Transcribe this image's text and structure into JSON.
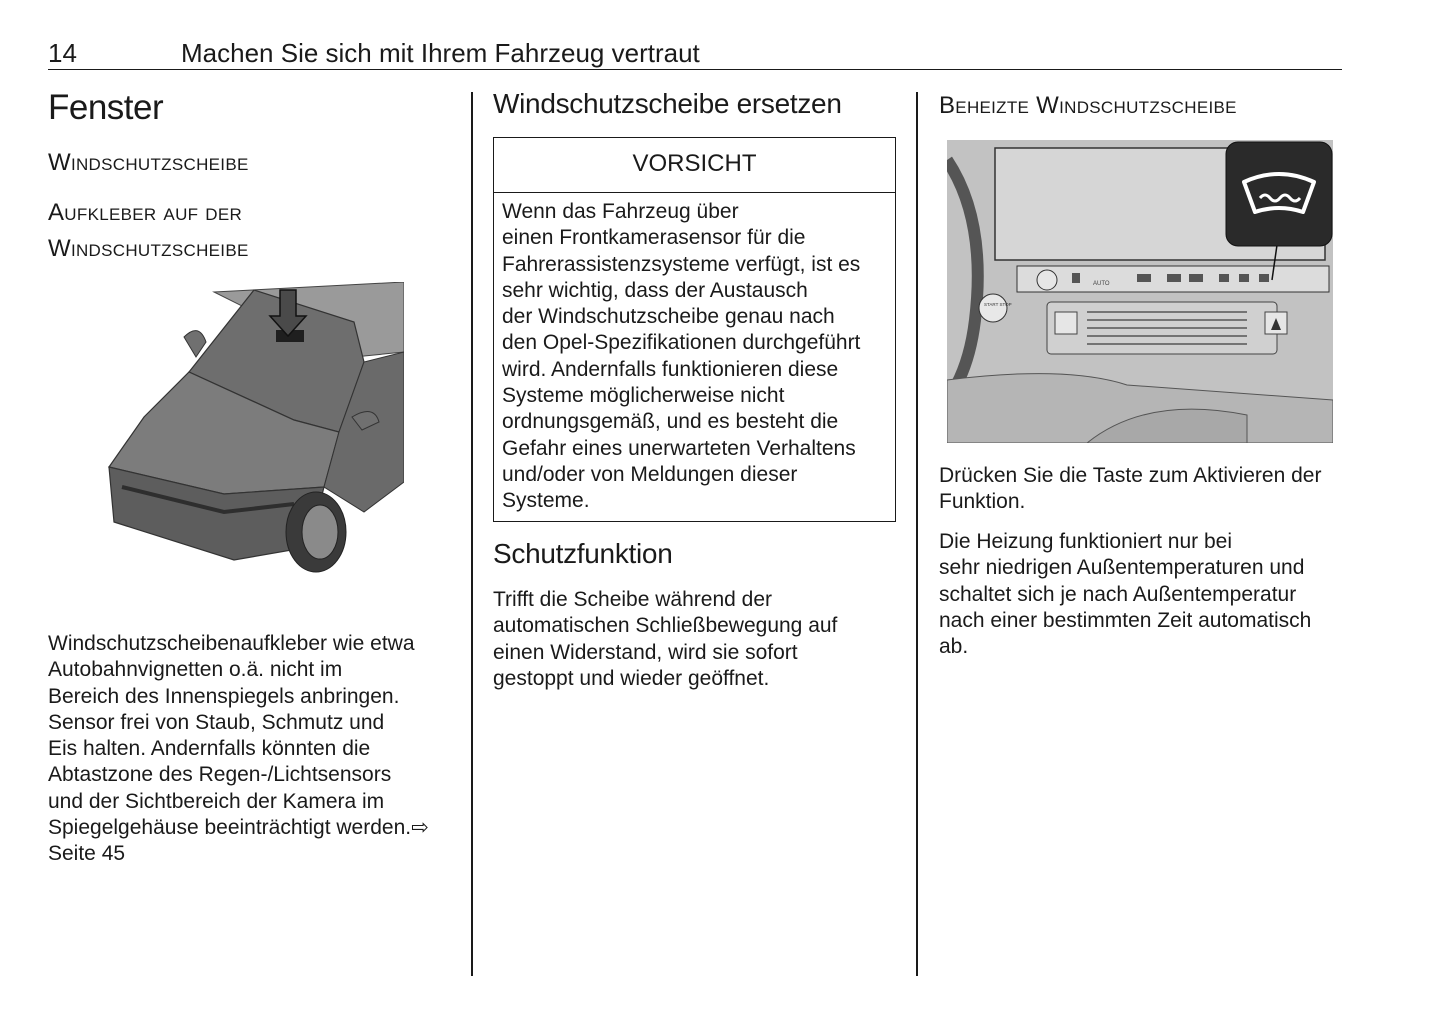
{
  "header": {
    "page_number": "14",
    "chapter_title": "Machen Sie sich mit Ihrem Fahrzeug vertraut"
  },
  "col1": {
    "title": "Fenster",
    "section": "Windschutzscheibe",
    "subsection_line1": "Aufkleber auf der",
    "subsection_line2": "Windschutzscheibe",
    "paragraph": "Windschutzscheibenaufkleber wie etwa\nAutobahnvignetten o.ä. nicht im\nBereich des Innenspiegels anbringen.\nSensor frei von Staub, Schmutz und\nEis halten. Andernfalls könnten die\nAbtastzone des Regen-/Lichtsensors\nund der Sichtbereich der Kamera im\nSpiegelgehäuse beeinträchtigt werden.⇨\nSeite 45"
  },
  "col2": {
    "title": "Windschutzscheibe ersetzen",
    "caution_label": "VORSICHT",
    "caution_text": "Wenn das Fahrzeug über\neinen Frontkamerasensor für die\nFahrerassistenzsysteme verfügt, ist es\nsehr wichtig, dass der Austausch\nder Windschutzscheibe genau nach\nden Opel-Spezifikationen durchgeführt\nwird. Andernfalls funktionieren diese\nSysteme möglicherweise nicht\nordnungsgemäß, und es besteht die\nGefahr eines unerwarteten Verhaltens\nund/oder von Meldungen dieser\nSysteme.",
    "subtitle": "Schutzfunktion",
    "paragraph": "Trifft die Scheibe während der\nautomatischen Schließbewegung auf\neinen Widerstand, wird sie sofort\ngestoppt und wieder geöffnet."
  },
  "col3": {
    "title": "Beheizte Windschutzscheibe",
    "paragraph1": "Drücken Sie die Taste zum Aktivieren der\nFunktion.",
    "paragraph2": "Die Heizung funktioniert nur bei\nsehr niedrigen Außentemperaturen und\nschaltet sich je nach Außentemperatur\nnach einer bestimmten Zeit automatisch\nab.",
    "start_stop_label": "START STOP",
    "auto_label": "AUTO"
  },
  "colors": {
    "text": "#1a1a1a",
    "figure_gray": "#8c8c8c",
    "figure_dark": "#333333"
  }
}
